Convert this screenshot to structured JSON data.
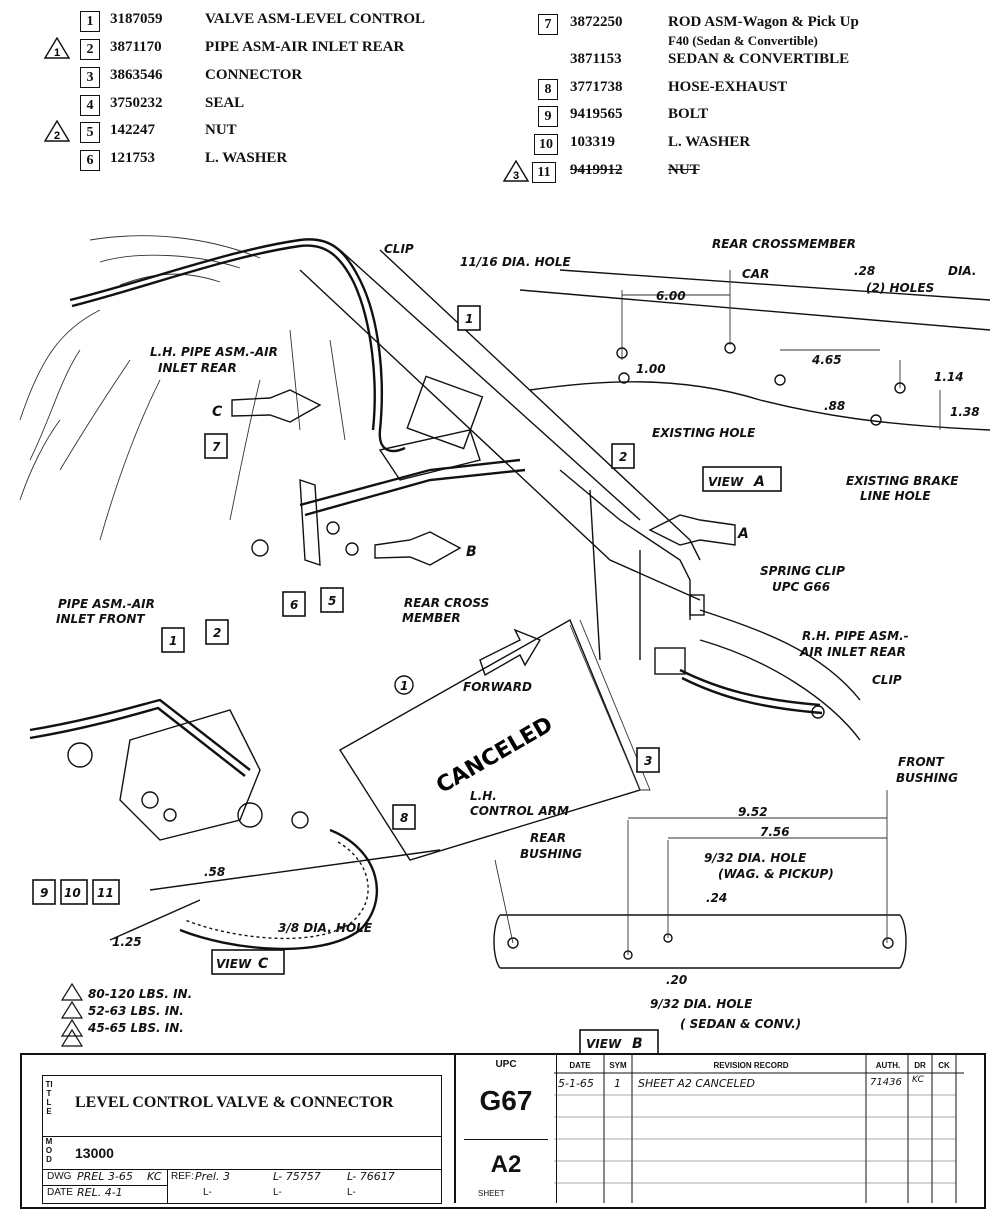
{
  "parts_left": [
    {
      "ref": "1",
      "flag": "",
      "number": "3187059",
      "desc": "VALVE ASM-LEVEL CONTROL"
    },
    {
      "ref": "2",
      "flag": "1",
      "number": "3871170",
      "desc": "PIPE ASM-AIR INLET REAR"
    },
    {
      "ref": "3",
      "flag": "",
      "number": "3863546",
      "desc": "CONNECTOR"
    },
    {
      "ref": "4",
      "flag": "",
      "number": "3750232",
      "desc": "SEAL"
    },
    {
      "ref": "5",
      "flag": "2",
      "number": "142247",
      "desc": "NUT"
    },
    {
      "ref": "6",
      "flag": "",
      "number": "121753",
      "desc": "L. WASHER"
    }
  ],
  "parts_right": [
    {
      "ref": "7",
      "flag": "",
      "number": "3872250",
      "desc": "ROD ASM-Wagon & Pick Up",
      "desc2": "F40 (Sedan & Convertible)"
    },
    {
      "ref": "",
      "flag": "",
      "number": "3871153",
      "desc": "SEDAN & CONVERTIBLE"
    },
    {
      "ref": "8",
      "flag": "",
      "number": "3771738",
      "desc": "HOSE-EXHAUST"
    },
    {
      "ref": "9",
      "flag": "",
      "number": "9419565",
      "desc": "BOLT"
    },
    {
      "ref": "10",
      "flag": "",
      "number": "103319",
      "desc": "L. WASHER"
    },
    {
      "ref": "11",
      "flag": "3",
      "number": "9419912",
      "desc": "NUT",
      "struck": true
    }
  ],
  "labels": {
    "clip_top": "CLIP",
    "lh_pipe": "L.H. PIPE ASM.-AIR",
    "lh_pipe2": "INLET REAR",
    "rear_crossmember": "REAR CROSSMEMBER",
    "hole_1116": "11/16 DIA. HOLE",
    "car": "CAR",
    "dim_600": "6.00",
    "dim_028": ".28",
    "dim_028b": "DIA.",
    "holes2": "(2) HOLES",
    "dim_100": "1.00",
    "dim_465": "4.65",
    "dim_114": "1.14",
    "dim_88": ".88",
    "dim_138": "1.38",
    "existing_hole": "EXISTING HOLE",
    "existing_brake": "EXISTING BRAKE",
    "line_hole": "LINE HOLE",
    "view_a": "VIEW",
    "view_a_letter": "A",
    "arrow_c": "C",
    "arrow_b": "B",
    "arrow_a": "A",
    "spring_clip": "SPRING CLIP",
    "upc_g66": "UPC G66",
    "rear_cross": "REAR CROSS",
    "member": "MEMBER",
    "rh_pipe": "R.H. PIPE ASM.-",
    "rh_pipe2": "AIR INLET REAR",
    "clip_right": "CLIP",
    "pipe_front": "PIPE ASM.-AIR",
    "pipe_front2": "INLET FRONT",
    "forward": "FORWARD",
    "canceled": "CANCELED",
    "circle1": "1",
    "lh_control": "L.H.",
    "lh_control2": "CONTROL ARM",
    "front_bushing": "FRONT",
    "front_bushing2": "BUSHING",
    "rear_bushing": "REAR",
    "rear_bushing2": "BUSHING",
    "dim_952": "9.52",
    "dim_756": "7.56",
    "hole_932a": "9/32 DIA. HOLE",
    "wag_pickup": "(WAG. & PICKUP)",
    "dim_24": ".24",
    "dim_20": ".20",
    "hole_932b": "9/32 DIA. HOLE",
    "sedan_conv": "( SEDAN & CONV.)",
    "dim_58": ".58",
    "dim_125": "1.25",
    "hole_38": "3/8 DIA. HOLE",
    "view_c": "VIEW",
    "view_c_letter": "C",
    "view_b": "VIEW",
    "view_b_letter": "B",
    "torque1": "80-120 LBS. IN.",
    "torque2": "52-63 LBS. IN.",
    "torque3": "45-65 LBS. IN.",
    "call_1a": "1",
    "call_2a": "2",
    "call_7": "7",
    "call_6": "6",
    "call_5": "5",
    "call_1b": "1",
    "call_2b": "2",
    "call_3": "3",
    "call_8": "8",
    "call_9": "9",
    "call_10": "10",
    "call_11": "11"
  },
  "title_block": {
    "title_label": "TITLE",
    "title": "LEVEL CONTROL VALVE & CONNECTOR",
    "mod_label": "MOD",
    "model": "13000",
    "dwg_label": "DWG",
    "dwg_value": "PREL 3-65",
    "dwg_init": "KC",
    "date_label": "DATE",
    "date_value": "REL. 4-1",
    "ref_label": "REF:",
    "ref1": "Prel. 3",
    "ref2": "L- 75757",
    "ref3": "L- 76617",
    "l1": "L-",
    "l2": "L-",
    "l3": "L-",
    "upc_header": "UPC",
    "upc": "G67",
    "sheet": "A2",
    "sheet_label": "SHEET",
    "date_header": "DATE",
    "sym_header": "SYM",
    "rev_header": "REVISION RECORD",
    "auth_header": "AUTH.",
    "dr_header": "DR",
    "ck_header": "CK",
    "rev_date": "5-1-65",
    "rev_sym": "1",
    "rev_text": "SHEET A2 CANCELED",
    "rev_auth": "71436",
    "rev_dr": "KC"
  }
}
